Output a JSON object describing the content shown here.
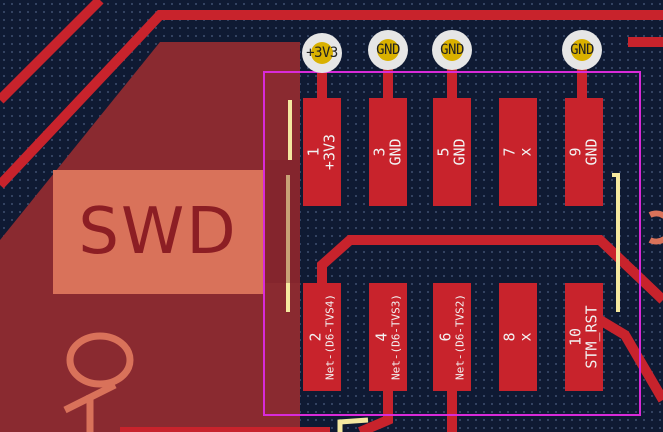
{
  "connector": {
    "silk_label": "SWD",
    "pins": [
      {
        "num": "1",
        "net": "+3V3",
        "row": "top"
      },
      {
        "num": "3",
        "net": "GND",
        "row": "top"
      },
      {
        "num": "5",
        "net": "GND",
        "row": "top"
      },
      {
        "num": "7",
        "net": "x",
        "row": "top"
      },
      {
        "num": "9",
        "net": "GND",
        "row": "top"
      },
      {
        "num": "2",
        "net": "Net-(D6-TVS4)",
        "row": "bottom"
      },
      {
        "num": "4",
        "net": "Net-(D6-TVS3)",
        "row": "bottom"
      },
      {
        "num": "6",
        "net": "Net-(D6-TVS2)",
        "row": "bottom"
      },
      {
        "num": "8",
        "net": "x",
        "row": "bottom"
      },
      {
        "num": "10",
        "net": "STM_RST",
        "row": "bottom"
      }
    ]
  },
  "vias": [
    {
      "net": "+3V3"
    },
    {
      "net": "GND"
    },
    {
      "net": "GND"
    },
    {
      "net": "GND"
    }
  ],
  "colors": {
    "board": "#0f1a33",
    "copper": "#c8232c",
    "copper_zone": "#8a2a30",
    "silkscreen": "#f5e9a0",
    "courtyard": "#d82bd8",
    "via_ring": "#e6e6e6",
    "via_hole": "#d9b100"
  }
}
